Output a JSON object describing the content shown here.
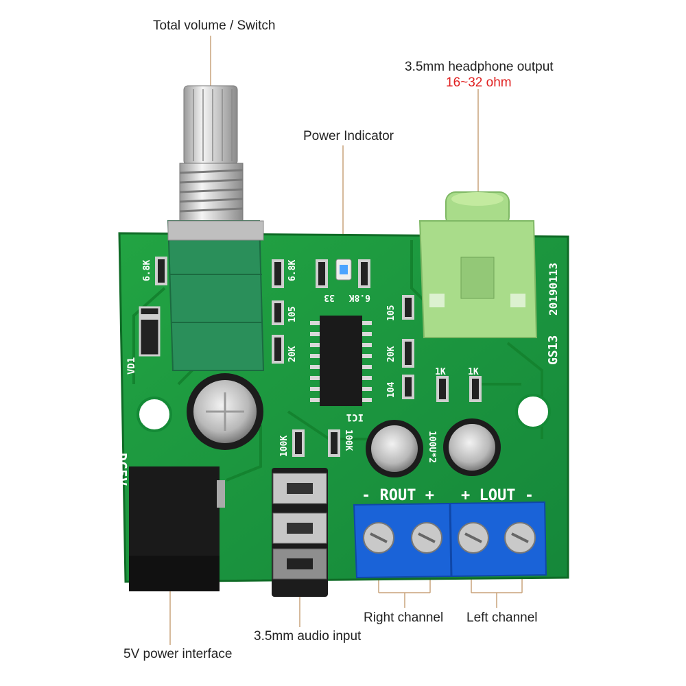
{
  "callouts": {
    "volume": "Total volume / Switch",
    "headphone": "3.5mm headphone output",
    "headphone_impedance": "16~32 ohm",
    "power_indicator": "Power Indicator",
    "right_channel": "Right channel",
    "left_channel": "Left channel",
    "audio_input": "3.5mm audio input",
    "power_interface": "5V power interface"
  },
  "silkscreen": {
    "board_code": "GS13",
    "date_code": "20190113",
    "dc_label": "DC5V",
    "diode": "VD1",
    "ic": "IC1",
    "rout": "- ROUT +",
    "lout": "+ LOUT -",
    "cap": "100U*2",
    "r_68k_a": "6.8K",
    "r_68k_b": "6.8K",
    "r_68k_c": "6.8K",
    "r_33": "33",
    "c_105_a": "105",
    "c_105_b": "105",
    "r_20k_a": "20K",
    "r_20k_b": "20K",
    "c_104": "104",
    "r_1k_a": "1K",
    "r_1k_b": "1K",
    "r_100k_a": "100K",
    "r_100k_b": "100K"
  },
  "colors": {
    "pcb": "#1f9a3c",
    "pcb_dark": "#137a2b",
    "terminal": "#1a63d8",
    "jack_green": "#a9dc8a",
    "pot_green": "#2a8f5a",
    "callout_line": "#c9a27a",
    "accent_red": "#e02020"
  }
}
